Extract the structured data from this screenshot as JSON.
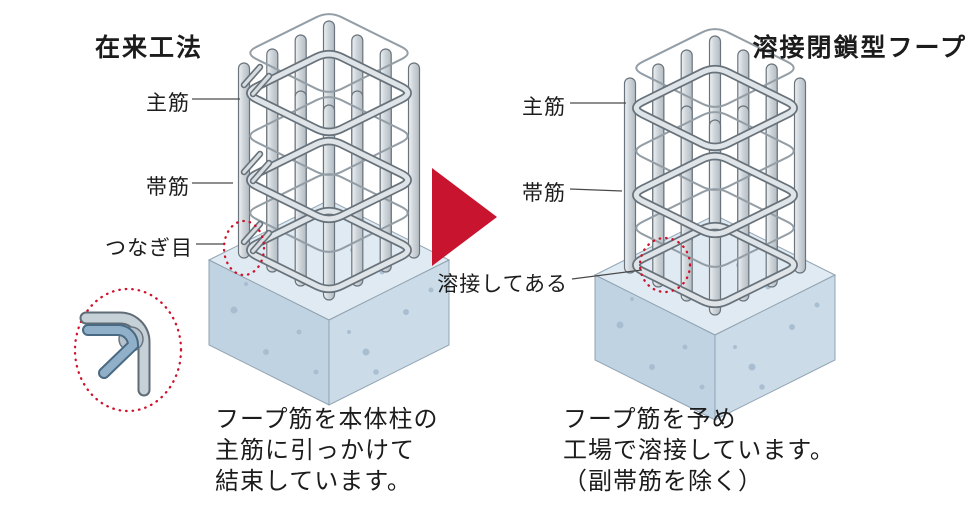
{
  "left": {
    "title": "在来工法",
    "label_main_rebar": "主筋",
    "label_hoop_rebar": "帯筋",
    "label_joint": "つなぎ目",
    "caption": [
      "フープ筋を本体柱の",
      "主筋に引っかけて",
      "結束しています。"
    ]
  },
  "right": {
    "title": "溶接閉鎖型フープ",
    "label_main_rebar": "主筋",
    "label_hoop_rebar": "帯筋",
    "label_weld": "溶接してある",
    "caption": [
      "フープ筋を予め",
      "工場で溶接しています。",
      "（副帯筋を除く）"
    ]
  },
  "colors": {
    "background": "#ffffff",
    "text": "#1c1c1c",
    "accent_red": "#c8142e",
    "annotation_red": "#d0112b",
    "steel_outline": "#6b747c",
    "steel_fill": "#cdd4d9",
    "hoop_highlight": "#dfe4e8",
    "concrete_top": "#dfeaf3",
    "concrete_left": "#c0d3e2",
    "concrete_right": "#cbdbe8",
    "detail_blue": "#8fb0c8"
  }
}
